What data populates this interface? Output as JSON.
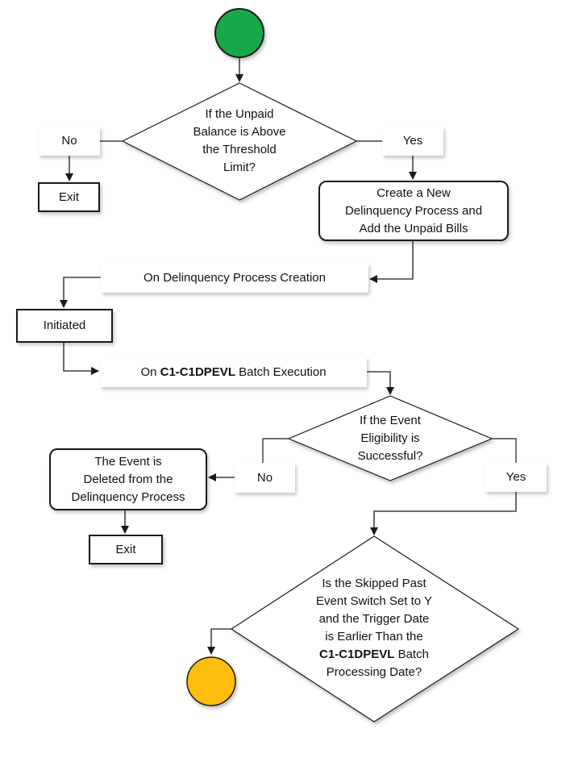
{
  "colors": {
    "start": "#12a84a",
    "end": "#ffbe0f",
    "line": "#1a1a1a"
  },
  "decision1": {
    "line1": "If the Unpaid",
    "line2": "Balance is Above",
    "line3": "the Threshold",
    "line4": "Limit?"
  },
  "no1": "No",
  "yes1": "Yes",
  "exit1": "Exit",
  "create": {
    "line1": "Create a New",
    "line2": "Delinquency Process and",
    "line3": "Add the Unpaid Bills"
  },
  "event1": "On Delinquency Process Creation",
  "initiated": "Initiated",
  "event2": {
    "prefix": "On ",
    "code": "C1-C1DPEVL",
    "suffix": " Batch Execution"
  },
  "decision2": {
    "line1": "If the Event",
    "line2": "Eligibility is",
    "line3": "Successful?"
  },
  "no2": "No",
  "yes2": "Yes",
  "deleted": {
    "line1": "The Event is",
    "line2": "Deleted from the",
    "line3": "Delinquency Process"
  },
  "exit2": "Exit",
  "decision3": {
    "line1": "Is the Skipped Past",
    "line2": "Event Switch Set to Y",
    "line3": "and the Trigger Date",
    "line4": "is Earlier Than the",
    "line5_code": "C1-C1DPEVL",
    "line5_suffix": " Batch",
    "line6": "Processing Date?"
  }
}
